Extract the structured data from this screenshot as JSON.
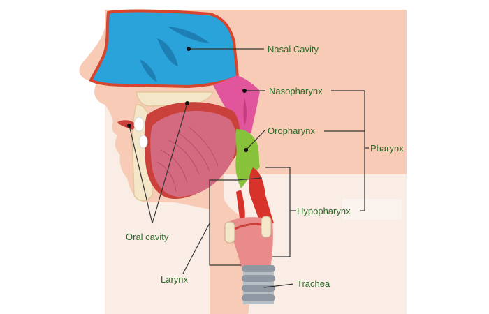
{
  "labels": {
    "nasal_cavity": "Nasal Cavity",
    "nasopharynx": "Nasopharynx",
    "oropharynx": "Oropharynx",
    "pharynx": "Pharynx",
    "hypopharynx": "Hypopharynx",
    "oral_cavity": "Oral cavity",
    "larynx": "Larynx",
    "trachea": "Trachea"
  },
  "colors": {
    "skin": "#f7cbb5",
    "skin_edge": "#e9a98d",
    "nasal": "#2aa2da",
    "nasal_edge": "#d8452e",
    "nasopharynx": "#e0559b",
    "oropharynx": "#88c13a",
    "tongue": "#d46a80",
    "airway": "#d8332b",
    "bone": "#f3e6c9",
    "trachea": "#9aa3ad",
    "label_text": "#2e6b2a",
    "leader": "#333333"
  }
}
